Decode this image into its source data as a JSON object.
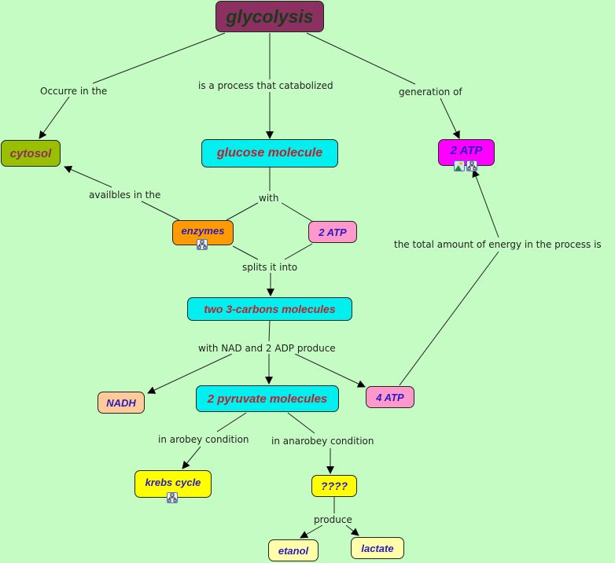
{
  "concept_map": {
    "nodes": {
      "glycolysis": {
        "label": "glycolysis",
        "fill": "#8b3060",
        "text": "#1a3a1a"
      },
      "cytosol": {
        "label": "cytosol",
        "fill": "#99c000",
        "text": "#8b3060"
      },
      "glucose": {
        "label": "glucose molecule",
        "fill": "#00f0f0",
        "text": "#c0202a"
      },
      "atp_top": {
        "label": "2 ATP",
        "fill": "#ff00ff",
        "text": "#2a1ac0"
      },
      "enzymes": {
        "label": "enzymes",
        "fill": "#ff9a00",
        "text": "#2a1ac0"
      },
      "atp_mid": {
        "label": "2 ATP",
        "fill": "#ff99cc",
        "text": "#2a1ac0"
      },
      "carbons": {
        "label": "two 3-carbons molecules",
        "fill": "#00f0f0",
        "text": "#c0202a"
      },
      "nadh": {
        "label": "NADH",
        "fill": "#ffcc99",
        "text": "#2a1ac0"
      },
      "pyruvate": {
        "label": "2 pyruvate molecules",
        "fill": "#00f0f0",
        "text": "#c0202a"
      },
      "atp4": {
        "label": "4 ATP",
        "fill": "#ff99cc",
        "text": "#2a1ac0"
      },
      "krebs": {
        "label": "krebs cycle",
        "fill": "#ffff00",
        "text": "#2a1ac0"
      },
      "unknown": {
        "label": "????",
        "fill": "#ffff00",
        "text": "#2a1ac0"
      },
      "etanol": {
        "label": "etanol",
        "fill": "#ffffaa",
        "text": "#2a1ac0"
      },
      "lactate": {
        "label": "lactate",
        "fill": "#ffffaa",
        "text": "#2a1ac0"
      }
    },
    "linking_phrases": {
      "occurre": "Occurre in the",
      "catabolized": "is a process that catabolized",
      "generation": "generation of",
      "availbles": "availbles in the",
      "with": "with",
      "splits": "splits it into",
      "total_energy": "the total amount of energy in the process is",
      "nad_adp": "with NAD and 2 ADP produce",
      "arobey": "in arobey condition",
      "anarobey": "in anarobey condition",
      "produce": "produce"
    },
    "resource_icons": {
      "atp_top": [
        "image-resource-icon",
        "concept-map-resource-icon"
      ],
      "enzymes": [
        "concept-map-resource-icon"
      ],
      "krebs": [
        "concept-map-resource-icon"
      ]
    }
  }
}
